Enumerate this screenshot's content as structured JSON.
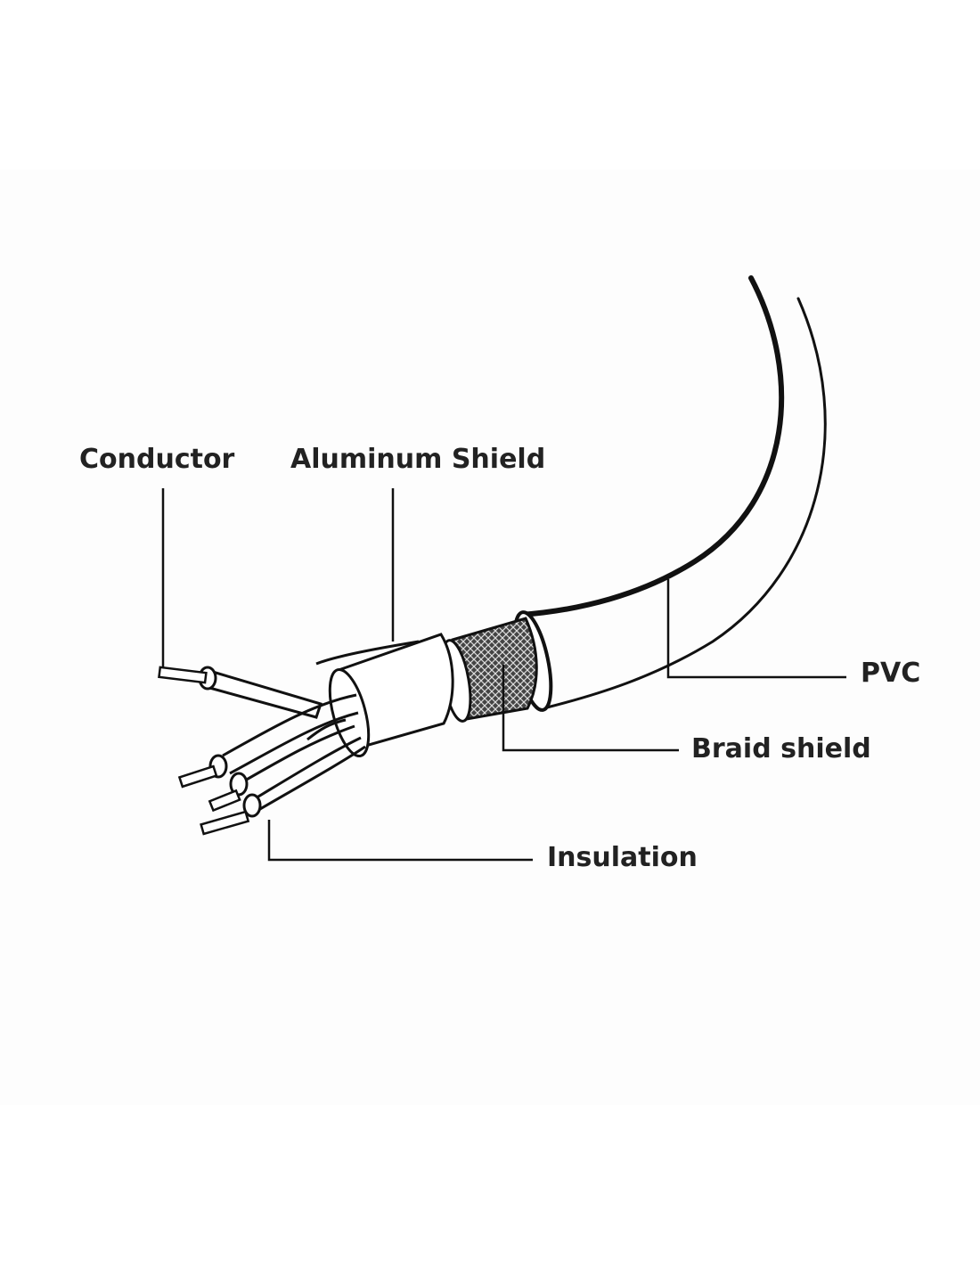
{
  "labels": {
    "conductor": "Conductor",
    "aluminum_shield": "Aluminum Shield",
    "pvc": "PVC",
    "braid_shield": "Braid shield",
    "insulation": "Insulation"
  },
  "colors": {
    "background": "#ffffff",
    "stroke": "#111111",
    "text": "#222222"
  }
}
